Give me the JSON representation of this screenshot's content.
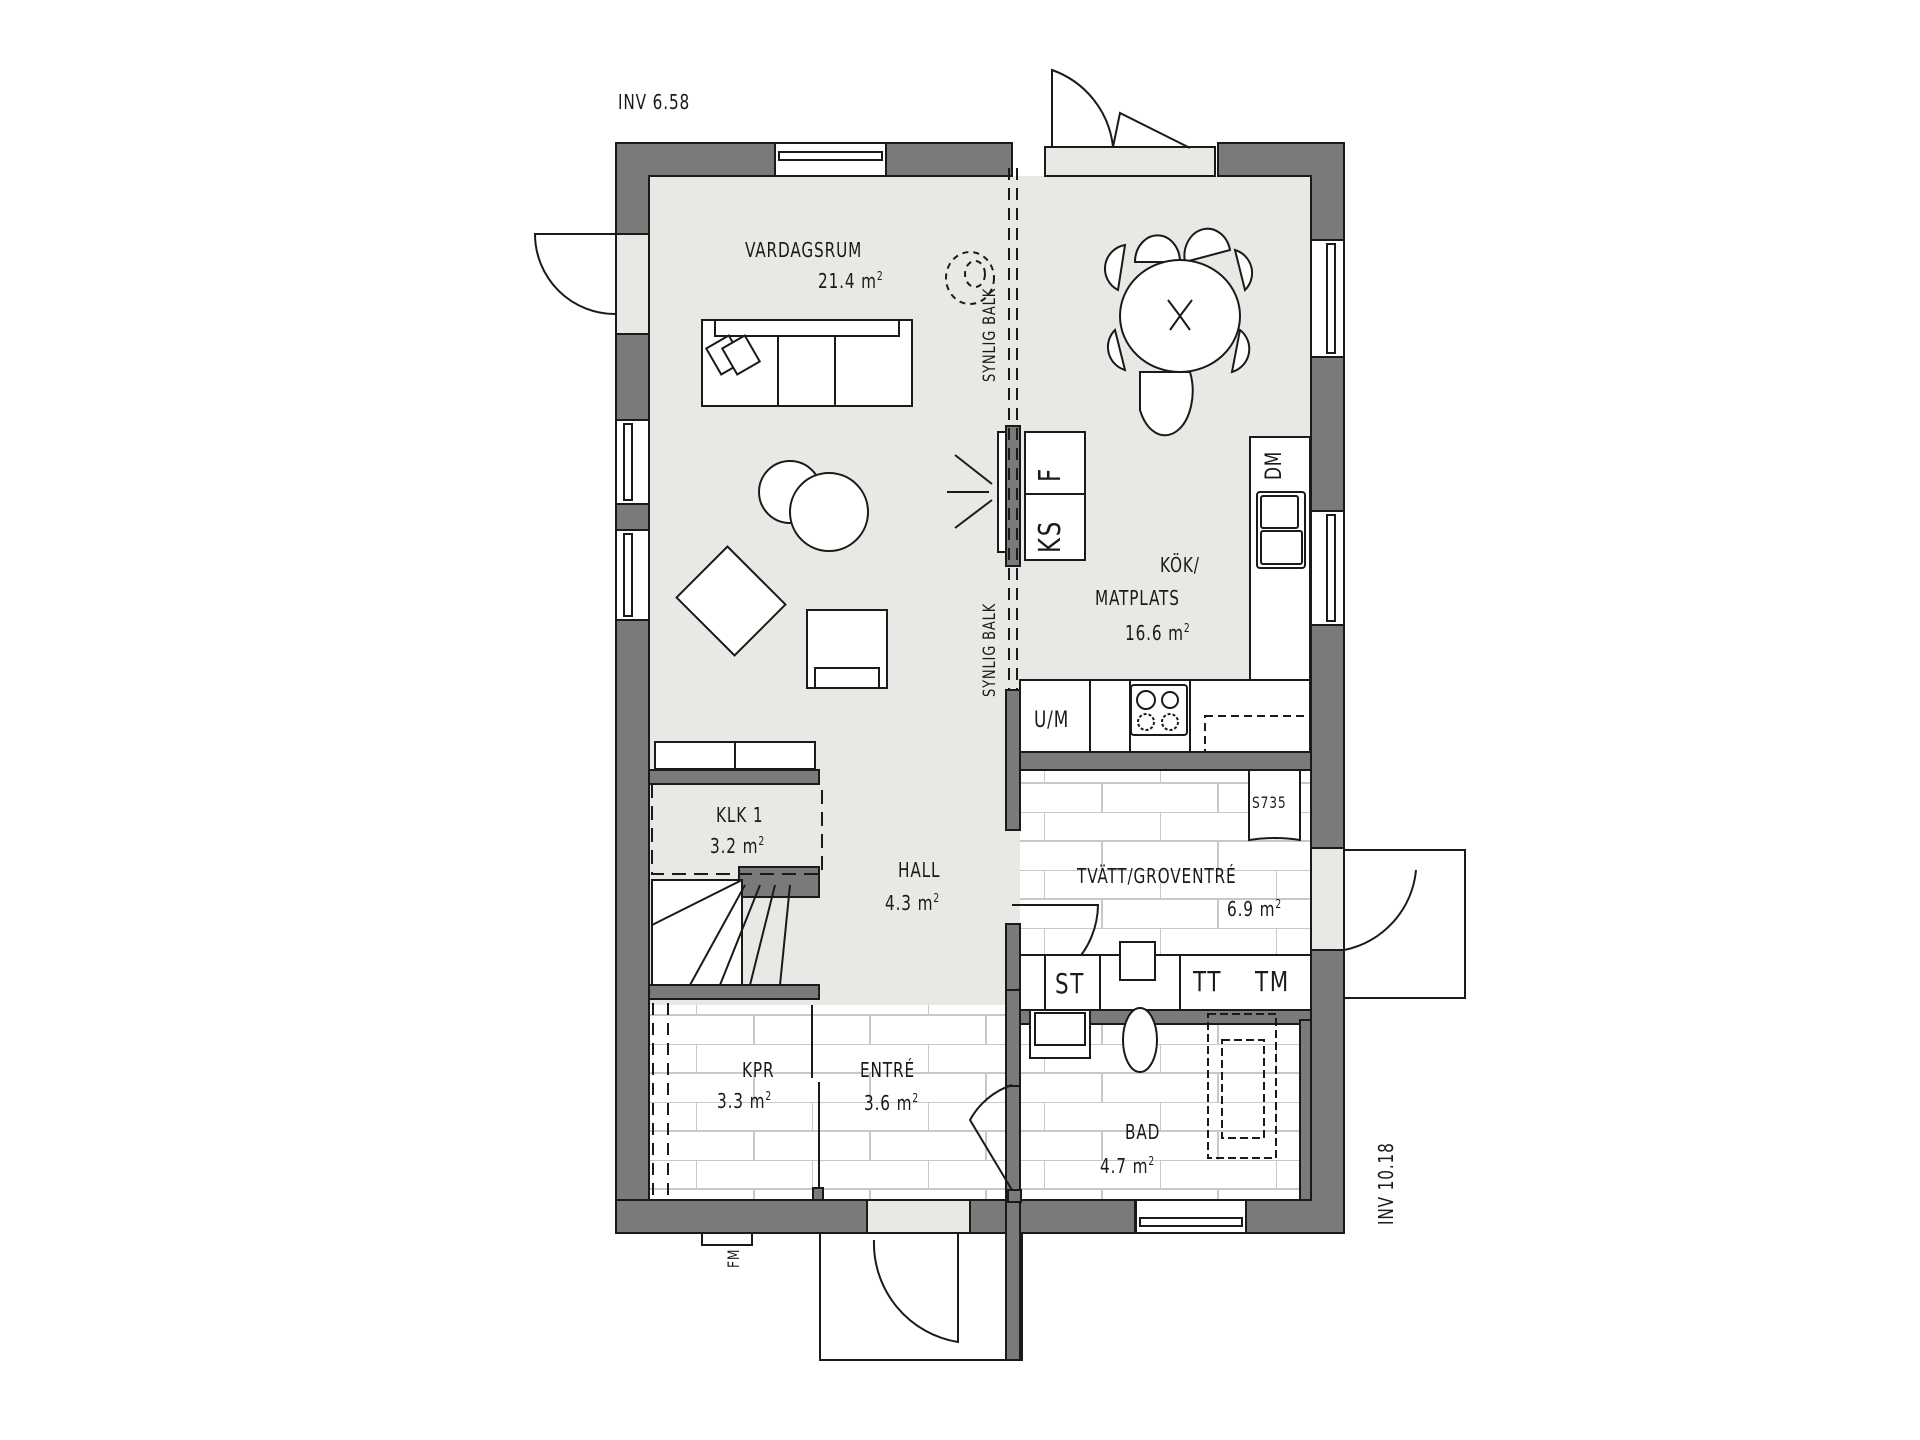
{
  "plan": {
    "orientation_labels": {
      "top": "INV  6.58",
      "right": "INV  10.18",
      "meter": "FM"
    },
    "colors": {
      "wall": "#7a7a7a",
      "floor_living": "#e8e8e4",
      "floor_tile": "#ffffff",
      "tile_lines": "#c8c8c8",
      "line": "#1a1a1a"
    },
    "rooms": [
      {
        "name": "VARDAGSRUM",
        "area": "21.4",
        "unit": "m"
      },
      {
        "name": "KÖK/",
        "name2": "MATPLATS",
        "area": "16.6",
        "unit": "m"
      },
      {
        "name": "KLK 1",
        "area": "3.2",
        "unit": "m"
      },
      {
        "name": "HALL",
        "area": "4.3",
        "unit": "m"
      },
      {
        "name": "TVÄTT/GROVENTRÉ",
        "area": "6.9",
        "unit": "m"
      },
      {
        "name": "KPR",
        "area": "3.3",
        "unit": "m"
      },
      {
        "name": "ENTRÉ",
        "area": "3.6",
        "unit": "m"
      },
      {
        "name": "BAD",
        "area": "4.7",
        "unit": "m"
      }
    ],
    "annotations": {
      "beam_upper": "SYNLIG BALK",
      "beam_lower": "SYNLIG BALK",
      "fridge": "F",
      "freezer": "KS",
      "dishwasher": "DM",
      "microwave": "U/M",
      "ventilation": "S735",
      "cabinet": "ST",
      "dryer": "TT",
      "washer": "TM"
    },
    "sup": "2"
  }
}
